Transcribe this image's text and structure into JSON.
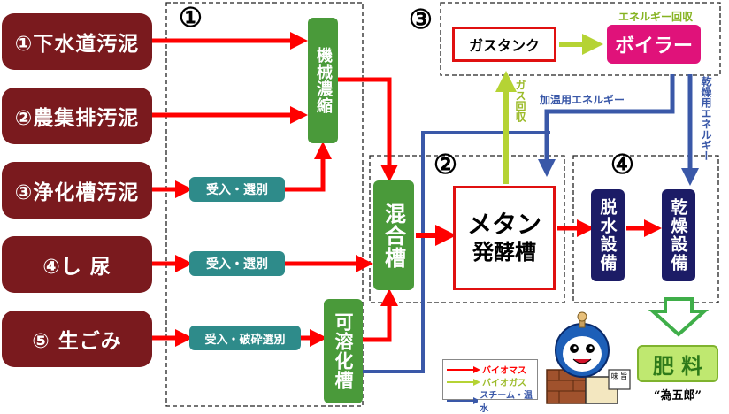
{
  "sources": [
    {
      "id": "sewage",
      "label": "①下水道汚泥"
    },
    {
      "id": "farm",
      "label": "②農集排汚泥"
    },
    {
      "id": "septic",
      "label": "③浄化槽汚泥"
    },
    {
      "id": "nightsoil",
      "label": "④し 尿"
    },
    {
      "id": "garbage",
      "label": "⑤ 生ごみ"
    }
  ],
  "sections": {
    "s1": "①",
    "s2": "②",
    "s3": "③",
    "s4": "④"
  },
  "process": {
    "thickening": "機械濃縮",
    "intake_select_1": "受入・選別",
    "intake_select_2": "受入・選別",
    "intake_crush": "受入・破砕選別",
    "solubilization": "可溶化槽",
    "mixing": "混合槽",
    "methane_line1": "メタン",
    "methane_line2": "発酵槽",
    "gas_tank": "ガスタンク",
    "boiler": "ボイラー",
    "dewatering": "脱水設備",
    "drying": "乾燥設備",
    "fertilizer": "肥 料",
    "fertilizer_brand": "“為五郎”"
  },
  "labels": {
    "energy_recovery": "エネルギー回収",
    "gas_recovery": "ガス回収",
    "heating_energy": "加温用エネルギー",
    "drying_energy": "乾燥用エネルギー"
  },
  "legend": [
    {
      "label": "バイオマス",
      "color": "#ff0000"
    },
    {
      "label": "バイオガス",
      "color": "#b5d334"
    },
    {
      "label": "スチーム・温水",
      "color": "#3a58a8"
    }
  ],
  "mascot": {
    "sign": "味\n旨"
  },
  "colors": {
    "biomass": "#ff0000",
    "biogas": "#b5d334",
    "steam": "#3a58a8",
    "source_box": "#7a1a1e",
    "teal": "#2e8b8a",
    "green": "#4a9a3a",
    "navy": "#1c1c66",
    "boiler": "#e0127a"
  }
}
